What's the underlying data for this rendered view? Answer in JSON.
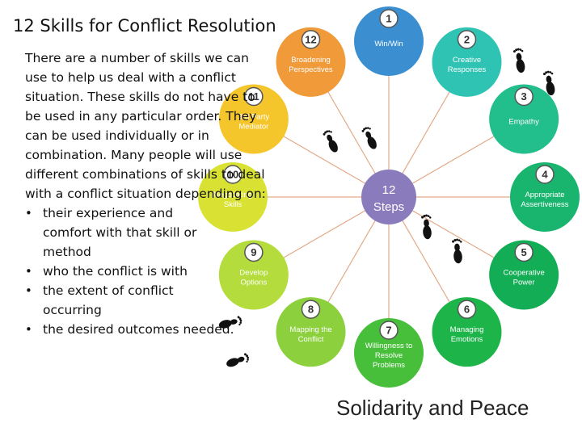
{
  "title": "12 Skills for Conflict Resolution",
  "intro": {
    "text": "There are a number of skills we can use to help us deal with a conflict situation. These skills do not have to be used in any particular order. They can be used individually or in combination. Many people will use different combinations of skills to deal with a conflict situation depending on:",
    "bullets": [
      "their experience and comfort with that skill or method",
      "who the conflict is with",
      "the extent of conflict occurring",
      "the desired outcomes needed."
    ]
  },
  "center": {
    "line1": "12",
    "line2": "Steps",
    "color": "#8a7bbd"
  },
  "steps": [
    {
      "number": "1",
      "label": [
        "Win/Win"
      ],
      "color": "#3b8fd0"
    },
    {
      "number": "2",
      "label": [
        "Creative",
        "Responses"
      ],
      "color": "#2ec3b3"
    },
    {
      "number": "3",
      "label": [
        "Empathy"
      ],
      "color": "#22be8c"
    },
    {
      "number": "4",
      "label": [
        "Appropriate",
        "Assertiveness"
      ],
      "color": "#19b56e"
    },
    {
      "number": "5",
      "label": [
        "Cooperative",
        "Power"
      ],
      "color": "#12ad55"
    },
    {
      "number": "6",
      "label": [
        "Managing",
        "Emotions"
      ],
      "color": "#1db44a"
    },
    {
      "number": "7",
      "label": [
        "Willingness to",
        "Resolve",
        "Problems"
      ],
      "color": "#47bf3a"
    },
    {
      "number": "8",
      "label": [
        "Mapping the",
        "Conflict"
      ],
      "color": "#8cd13d"
    },
    {
      "number": "9",
      "label": [
        "Develop",
        "Options"
      ],
      "color": "#b3dc3c"
    },
    {
      "number": "10",
      "label": [
        "Negotiating",
        "Skills"
      ],
      "color": "#d9e233"
    },
    {
      "number": "11",
      "label": [
        "3rd Party",
        "Mediator"
      ],
      "color": "#f5c62c"
    },
    {
      "number": "12",
      "label": [
        "Broadening",
        "Perspectives"
      ],
      "color": "#f19a3a"
    }
  ],
  "footer": "Solidarity and Peace",
  "icons": [
    "footprints-icon"
  ]
}
